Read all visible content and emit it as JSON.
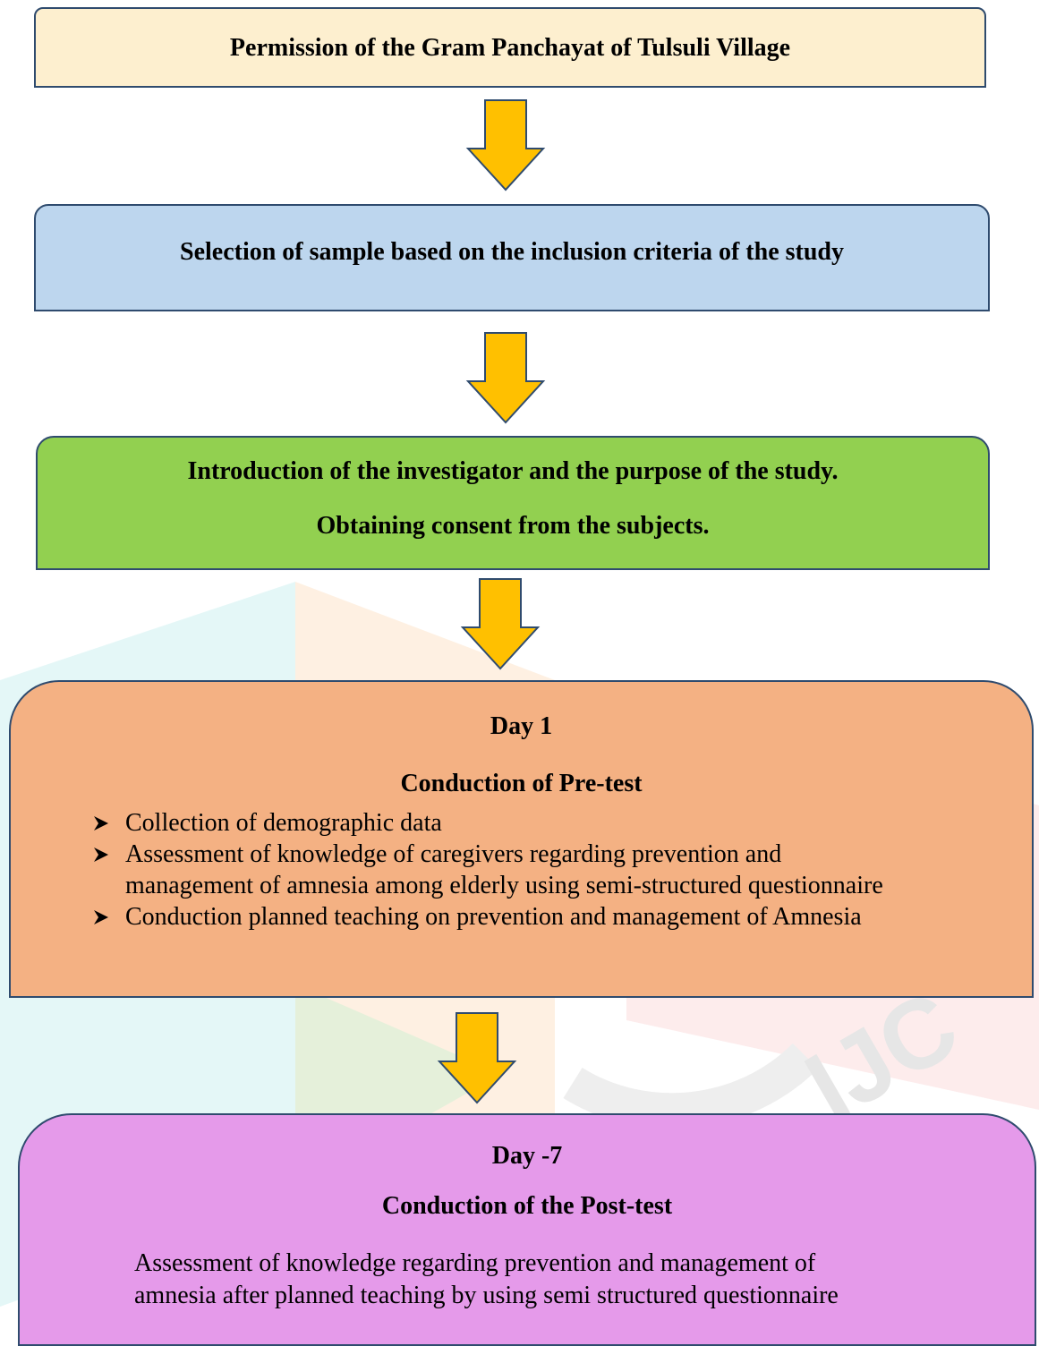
{
  "steps": [
    {
      "lines": [
        "Permission of the Gram Panchayat of Tulsuli Village"
      ],
      "fill": "#fdefcf"
    },
    {
      "lines": [
        "Selection of sample based on the inclusion criteria of the study"
      ],
      "fill": "#bdd6ee"
    },
    {
      "lines": [
        "Introduction of the investigator and the purpose of the study.",
        "Obtaining consent from the subjects."
      ],
      "fill": "#92d050"
    },
    {
      "lines": [
        "Day 1",
        "Conduction of Pre-test"
      ],
      "bullets": [
        "Collection of demographic data",
        "Assessment of knowledge of caregivers regarding prevention and",
        "management of amnesia among elderly using semi-structured questionnaire",
        "Conduction planned teaching on prevention and management of Amnesia"
      ],
      "fill": "#f4b183"
    },
    {
      "lines": [
        "Day -7",
        "Conduction of the Post-test"
      ],
      "paragraph": [
        "Assessment of knowledge regarding prevention and management of",
        "amnesia after planned teaching by using semi structured questionnaire"
      ],
      "fill": "#e59aea"
    }
  ],
  "watermark": {
    "text": "IJC"
  },
  "colors": {
    "arrow_fill": "#ffc000",
    "arrow_stroke": "#2f4b6e",
    "border": "#2f4b6e"
  }
}
